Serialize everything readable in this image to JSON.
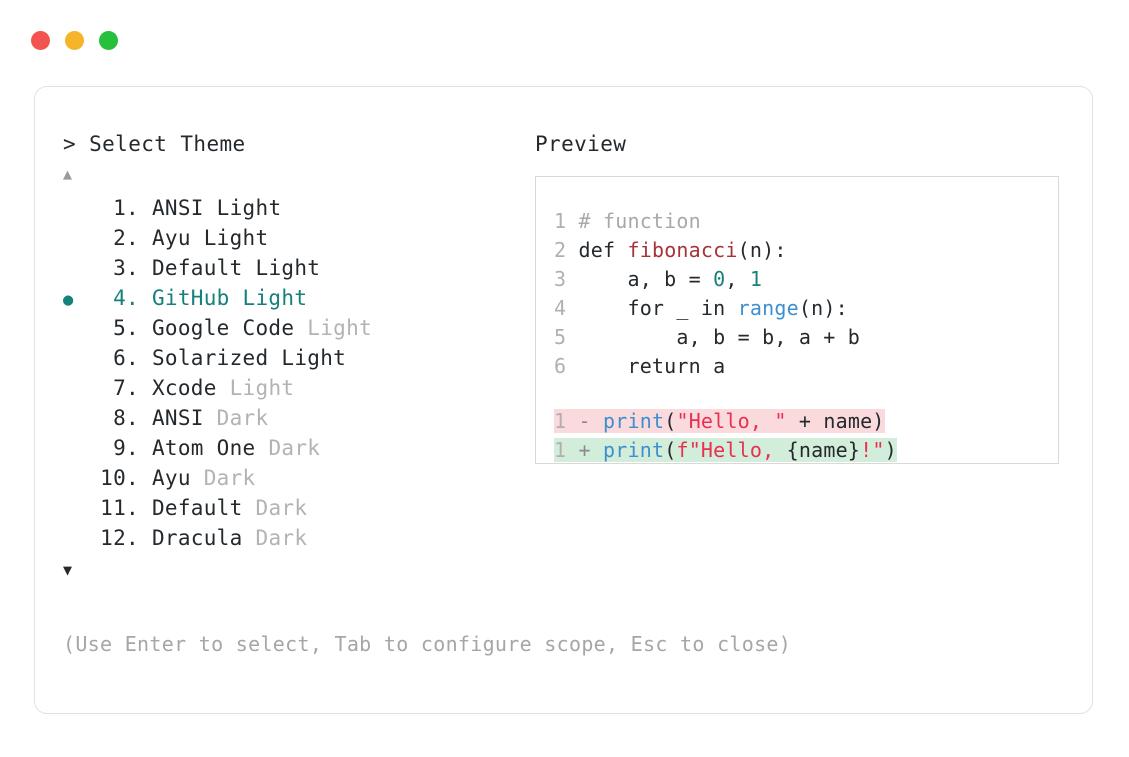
{
  "window": {
    "dots": [
      {
        "name": "close",
        "color": "#f2544f"
      },
      {
        "name": "minimize",
        "color": "#f6b42a"
      },
      {
        "name": "maximize",
        "color": "#26c03d"
      }
    ]
  },
  "picker": {
    "prompt": "> Select Theme",
    "scroll_up_icon": "▲",
    "scroll_down_icon": "▼",
    "selected_index": 4,
    "items": [
      {
        "num": " 1.",
        "name": "ANSI",
        "variant": "Light",
        "dim": false
      },
      {
        "num": " 2.",
        "name": "Ayu",
        "variant": "Light",
        "dim": false
      },
      {
        "num": " 3.",
        "name": "Default",
        "variant": "Light",
        "dim": false
      },
      {
        "num": " 4.",
        "name": "GitHub",
        "variant": "Light",
        "dim": false
      },
      {
        "num": " 5.",
        "name": "Google Code",
        "variant": "Light",
        "dim": true
      },
      {
        "num": " 6.",
        "name": "Solarized",
        "variant": "Light",
        "dim": false
      },
      {
        "num": " 7.",
        "name": "Xcode",
        "variant": "Light",
        "dim": true
      },
      {
        "num": " 8.",
        "name": "ANSI",
        "variant": "Dark",
        "dim": true
      },
      {
        "num": " 9.",
        "name": "Atom One",
        "variant": "Dark",
        "dim": true
      },
      {
        "num": "10.",
        "name": "Ayu",
        "variant": "Dark",
        "dim": true
      },
      {
        "num": "11.",
        "name": "Default",
        "variant": "Dark",
        "dim": true
      },
      {
        "num": "12.",
        "name": "Dracula",
        "variant": "Dark",
        "dim": true
      }
    ],
    "bullet": "●",
    "footer": "(Use Enter to select, Tab to configure scope, Esc to close)"
  },
  "preview": {
    "label": "Preview",
    "code": [
      {
        "ln": "1",
        "tokens": [
          {
            "t": " # function",
            "c": "comment"
          }
        ]
      },
      {
        "ln": "2",
        "tokens": [
          {
            "t": " def ",
            "c": "plain"
          },
          {
            "t": "fibonacci",
            "c": "func"
          },
          {
            "t": "(n):",
            "c": "plain"
          }
        ]
      },
      {
        "ln": "3",
        "tokens": [
          {
            "t": "     a, b = ",
            "c": "plain"
          },
          {
            "t": "0",
            "c": "num"
          },
          {
            "t": ", ",
            "c": "plain"
          },
          {
            "t": "1",
            "c": "num"
          }
        ]
      },
      {
        "ln": "4",
        "tokens": [
          {
            "t": "     for _ in ",
            "c": "plain"
          },
          {
            "t": "range",
            "c": "builtin"
          },
          {
            "t": "(n):",
            "c": "plain"
          }
        ]
      },
      {
        "ln": "5",
        "tokens": [
          {
            "t": "         a, b = b, a + b",
            "c": "plain"
          }
        ]
      },
      {
        "ln": "6",
        "tokens": [
          {
            "t": "     return a",
            "c": "plain"
          }
        ]
      }
    ],
    "diff": [
      {
        "ln": "1",
        "marker": "-",
        "kind": "del",
        "tokens": [
          {
            "t": " ",
            "c": "plain"
          },
          {
            "t": "print",
            "c": "builtin"
          },
          {
            "t": "(",
            "c": "plain"
          },
          {
            "t": "\"Hello, \"",
            "c": "str"
          },
          {
            "t": " + name)",
            "c": "plain"
          }
        ]
      },
      {
        "ln": "1",
        "marker": "+",
        "kind": "add",
        "tokens": [
          {
            "t": " ",
            "c": "plain"
          },
          {
            "t": "print",
            "c": "builtin"
          },
          {
            "t": "(",
            "c": "plain"
          },
          {
            "t": "f\"Hello, ",
            "c": "str"
          },
          {
            "t": "{name}",
            "c": "plain"
          },
          {
            "t": "!\"",
            "c": "str"
          },
          {
            "t": ")",
            "c": "plain"
          }
        ]
      }
    ]
  },
  "colors": {
    "accent_teal": "#15807c",
    "diff_del_bg": "#fadadd",
    "diff_add_bg": "#d2edd9",
    "string": "#e83150",
    "builtin": "#3d8fd1",
    "func": "#a5343a"
  }
}
